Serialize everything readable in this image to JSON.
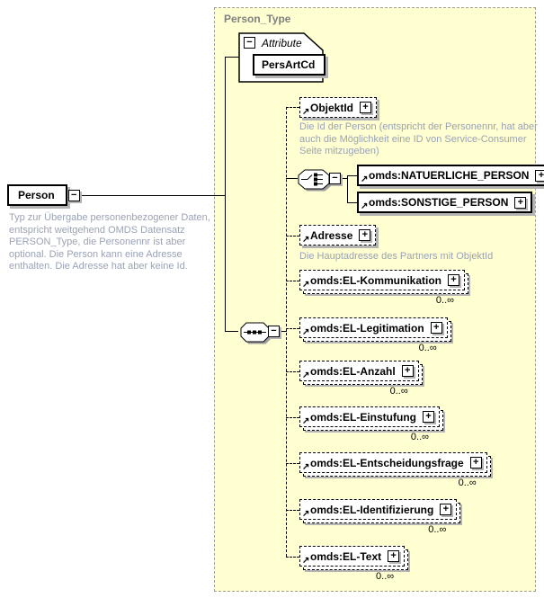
{
  "icons": {
    "collapse": "−",
    "expand": "+",
    "reference_arrow": "↗"
  },
  "container": {
    "title": "Person_Type"
  },
  "root": {
    "label": "Person",
    "annotation": "Typ zur Übergabe personenbezogener Daten, entspricht weitgehend OMDS Datensatz PERSON_Type, die Personennr ist aber optional. Die Person kann eine Adresse enthalten. Die Adresse hat aber keine Id."
  },
  "attributes": {
    "title": "Attribute",
    "items": [
      {
        "name": "PersArtCd"
      }
    ]
  },
  "sequence": {
    "objektid": {
      "label": "ObjektId",
      "annotation": "Die Id der Person (entspricht der Personennr, hat aber auch die Möglichkeit eine ID von Service-Consumer Seite mitzugeben)"
    },
    "choice": {
      "options": [
        {
          "label": "omds:NATUERLICHE_PERSON"
        },
        {
          "label": "omds:SONSTIGE_PERSON"
        }
      ]
    },
    "adresse": {
      "label": "Adresse",
      "annotation": "Die Hauptadresse des Partners mit ObjektId"
    },
    "repeating": [
      {
        "label": "omds:EL-Kommunikation",
        "occurs": "0..∞"
      },
      {
        "label": "omds:EL-Legitimation",
        "occurs": "0..∞"
      },
      {
        "label": "omds:EL-Anzahl",
        "occurs": "0..∞"
      },
      {
        "label": "omds:EL-Einstufung",
        "occurs": "0..∞"
      },
      {
        "label": "omds:EL-Entscheidungsfrage",
        "occurs": "0..∞"
      },
      {
        "label": "omds:EL-Identifizierung",
        "occurs": "0..∞"
      },
      {
        "label": "omds:EL-Text",
        "occurs": "0..∞"
      }
    ]
  },
  "colors": {
    "container_fill": "#FFFFD2",
    "container_border": "#9E9E9E",
    "annotation_text": "#9AA2B4",
    "shadow": "#B4B4B4",
    "title_gray": "#808080"
  }
}
